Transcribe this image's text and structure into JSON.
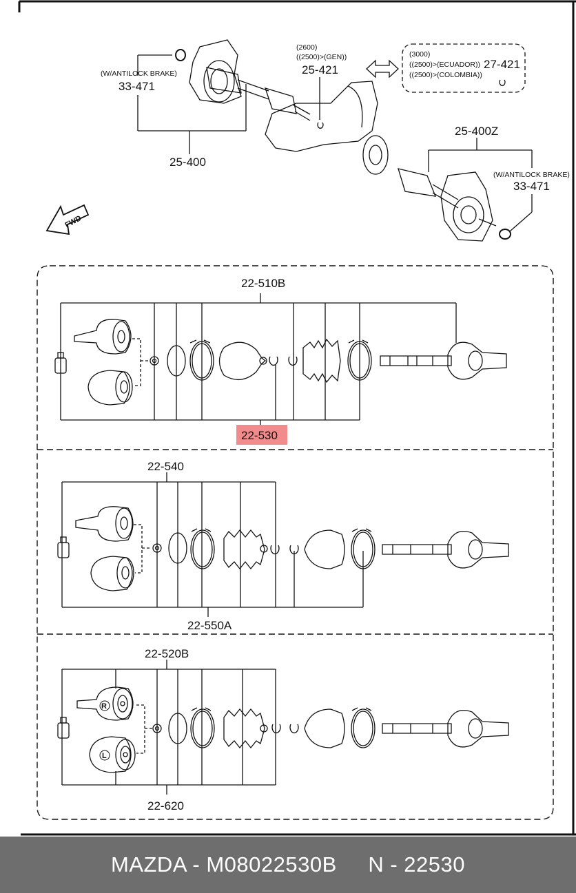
{
  "parts": {
    "top": {
      "left_abs_note": "(W/ANTILOCK BRAKE)",
      "left_abs_code": "33-471",
      "left_shaft_code": "25-400",
      "mid_note_line1": "(2600)",
      "mid_note_line2": "((2500)>(GEN))",
      "mid_code": "25-421",
      "right_note_line1": "(3000)",
      "right_note_line2": "((2500)>(ECUADOR))",
      "right_note_line3": "((2500)>(COLOMBIA))",
      "right_code": "27-421",
      "right_shaft_code": "25-400Z",
      "right_abs_note": "(W/ANTILOCK BRAKE)",
      "right_abs_code": "33-471",
      "fwd_label": "FWD"
    },
    "section1": {
      "top_code": "22-510B",
      "bottom_code": "22-530"
    },
    "section2": {
      "top_code": "22-540",
      "bottom_code": "22-550A"
    },
    "section3": {
      "top_code": "22-520B",
      "bottom_code": "22-620",
      "right_mark": "R",
      "left_mark": "L"
    }
  },
  "highlight": {
    "color": "#f28b8b"
  },
  "footer": {
    "brand": "MAZDA - M08022530B",
    "number": "N - 22530"
  }
}
